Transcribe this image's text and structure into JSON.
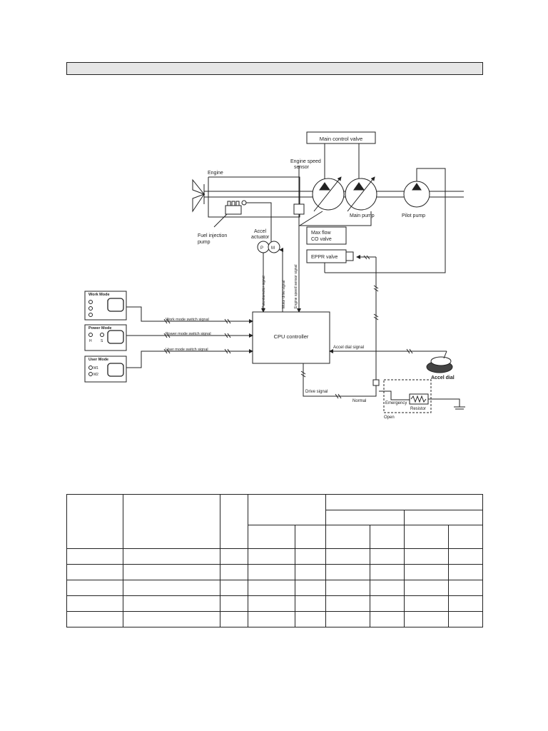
{
  "diagram": {
    "labels": {
      "main_control_valve": "Main control valve",
      "engine_speed_sensor_line1": "Engine speed",
      "engine_speed_sensor_line2": "sensor",
      "engine": "Engine",
      "main_pump": "Main pump",
      "pilot_pump": "Pilot pump",
      "fuel_injection_pump_line1": "Fuel injection",
      "fuel_injection_pump_line2": "pump",
      "accel_actuator_line1": "Accel",
      "accel_actuator_line2": "actuator",
      "max_flow_cut_valve_line1": "Max flow",
      "max_flow_cut_valve_line2": "CO valve",
      "eppr_valve": "EPPR valve",
      "potentiometer_signal": "Potentiometer signal",
      "motor_drive_signal": "Motor drive signal",
      "engine_speed_sensor_signal": "Engine speed sensor signal",
      "cpu_controller": "CPU controller",
      "accel_dial_signal": "Accel dial signal",
      "accel_dial": "Accel dial",
      "drive_signal": "Drive signal",
      "normal": "Normal",
      "emergency": "Emergency",
      "resistor": "Resistor",
      "open": "Open",
      "work_mode_switch_signal": "Work mode switch signal",
      "power_mode_switch_signal": "Power mode switch signal",
      "user_mode_switch_signal": "User mode switch signal",
      "pot_p": "P",
      "pot_m": "M"
    },
    "panels": {
      "work_mode": {
        "title": "Work Mode"
      },
      "power_mode": {
        "title": "Power Mode",
        "h": "H",
        "s": "S"
      },
      "user_mode": {
        "title": "User Mode",
        "m1": "M1",
        "m2": "M2"
      }
    }
  },
  "table": {
    "rows": [
      [
        "",
        "",
        "",
        "",
        "",
        "",
        "",
        "",
        "",
        ""
      ],
      [
        "",
        "",
        "",
        "",
        "",
        "",
        "",
        "",
        "",
        ""
      ],
      [
        "",
        "",
        "",
        "",
        "",
        "",
        "",
        "",
        "",
        ""
      ],
      [
        "",
        "",
        "",
        "",
        "",
        "",
        "",
        "",
        "",
        ""
      ],
      [
        "",
        "",
        "",
        "",
        "",
        "",
        "",
        "",
        "",
        ""
      ]
    ]
  }
}
